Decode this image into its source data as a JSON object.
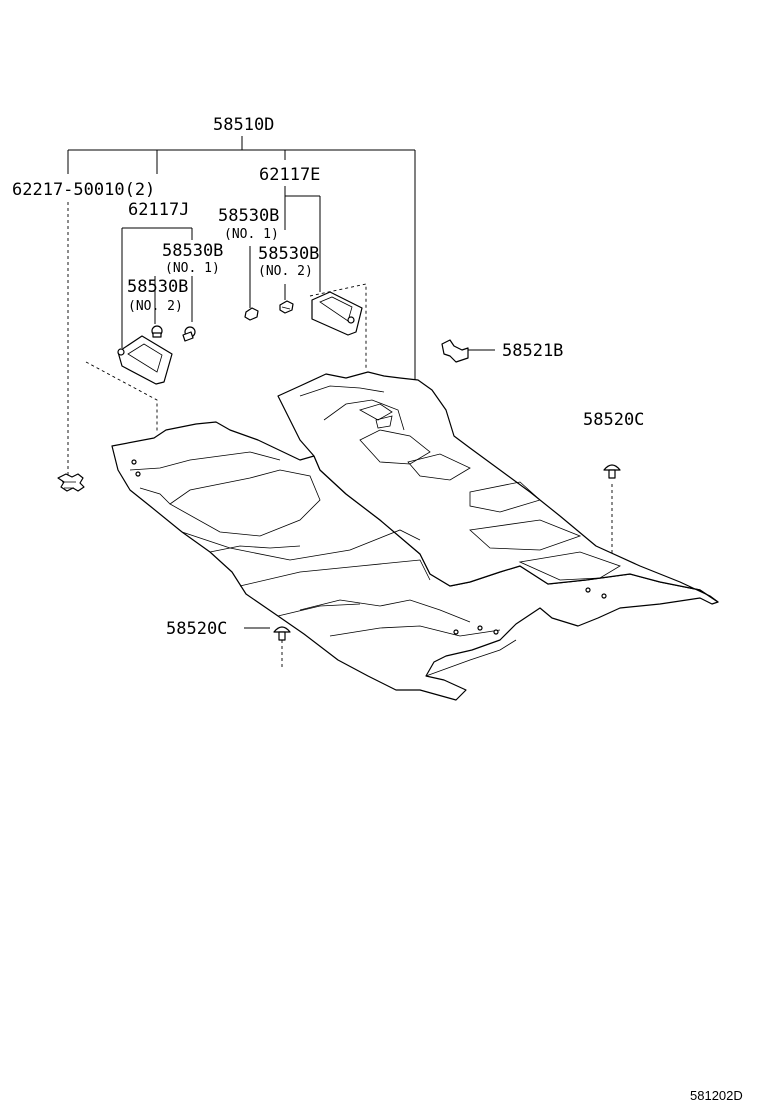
{
  "callouts": {
    "p58510D": "58510D",
    "p62217": "62217-50010(2)",
    "p62117E": "62117E",
    "p62117J": "62117J",
    "p58530B_a": "58530B",
    "p58530B_a_sub": "(NO. 1)",
    "p58530B_b": "58530B",
    "p58530B_b_sub": "(NO. 1)",
    "p58530B_c": "58530B",
    "p58530B_c_sub": "(NO. 2)",
    "p58530B_d": "58530B",
    "p58530B_d_sub": "(NO. 2)",
    "p58521B": "58521B",
    "p58520C_right": "58520C",
    "p58520C_left": "58520C"
  },
  "diagram_code": "581202D",
  "colors": {
    "line": "#000000",
    "background": "#ffffff"
  }
}
